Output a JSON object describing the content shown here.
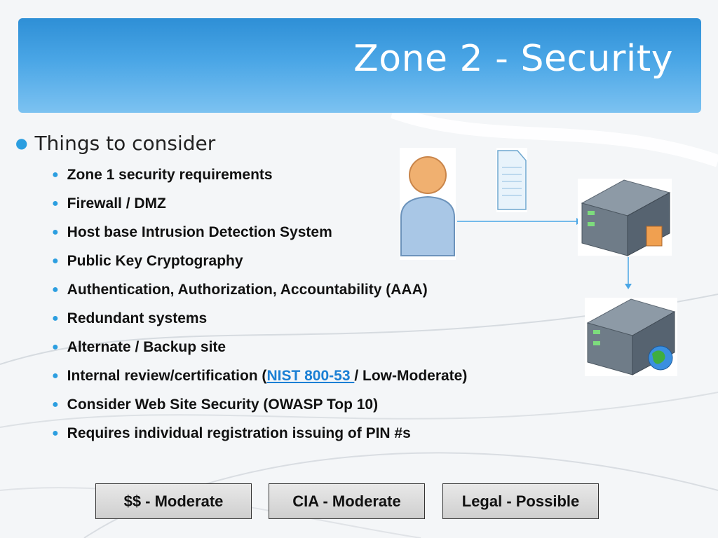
{
  "slide": {
    "title": "Zone 2 - Security",
    "main_bullet": "Things to consider",
    "items": [
      {
        "text": "Zone 1 security requirements"
      },
      {
        "text": "Firewall / DMZ"
      },
      {
        "text": "Host base Intrusion Detection System"
      },
      {
        "text": "Public Key Cryptography"
      },
      {
        "text": "Authentication, Authorization, Accountability (AAA)"
      },
      {
        "text": "Redundant systems"
      },
      {
        "text": "Alternate / Backup site"
      },
      {
        "text_before": "Internal review/certification (",
        "link": "NIST 800-53 ",
        "text_after": "/ Low-Moderate)"
      },
      {
        "text": "Consider Web Site Security (OWASP Top 10)"
      },
      {
        "text": "Requires individual registration issuing of PIN #s"
      }
    ],
    "buttons": [
      {
        "label": "$$ - Moderate"
      },
      {
        "label": "CIA - Moderate"
      },
      {
        "label": "Legal - Possible"
      }
    ]
  },
  "colors": {
    "title_bar": "#3a9be0",
    "bullet": "#2b9ee0",
    "link": "#1a7fd4"
  },
  "icons": [
    "user-icon",
    "document-icon",
    "firewall-server-icon",
    "web-server-icon",
    "arrow-icon"
  ]
}
